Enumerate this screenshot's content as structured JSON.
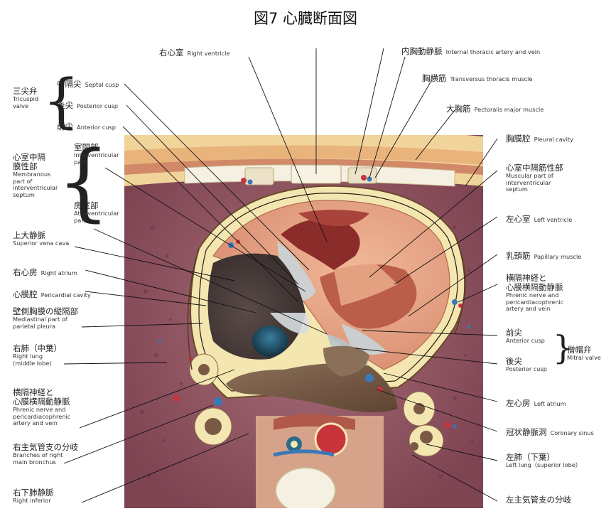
{
  "title": "図7 心臓断面図",
  "labels": {
    "right_ventricle": {
      "jp": "右心室",
      "en": "Right ventricle"
    },
    "internal_thoracic": {
      "jp": "内胸動静脈",
      "en": "Internal thoracic artery and vein"
    },
    "transversus_thoracis": {
      "jp": "胸横筋",
      "en": "Transversus thoracis muscle"
    },
    "pectoralis_major": {
      "jp": "大胸筋",
      "en": "Pectoralis major muscle"
    },
    "pleural_cavity": {
      "jp": "胸膜腔",
      "en": "Pleural cavity"
    },
    "muscular_septum": {
      "jp": "心室中隔筋性部",
      "en_lines": [
        "Muscular part of",
        "interventricular",
        "septum"
      ]
    },
    "left_ventricle": {
      "jp": "左心室",
      "en": "Left ventricle"
    },
    "papillary_muscle": {
      "jp": "乳頭筋",
      "en": "Papillary muscle"
    },
    "phrenic_right_side": {
      "jp_lines": [
        "横隔神経と",
        "心膜横隔動静脈"
      ],
      "en_lines": [
        "Phrenic nerve and",
        "pericardiacophrenic",
        "artery and vein"
      ]
    },
    "mitral_anterior": {
      "jp": "前尖",
      "en": "Anterior cusp"
    },
    "mitral_posterior": {
      "jp": "後尖",
      "en": "Posterior cusp"
    },
    "mitral_valve": {
      "jp": "僧帽弁",
      "en": "Mitral valve"
    },
    "left_atrium": {
      "jp": "左心房",
      "en": "Left atrium"
    },
    "coronary_sinus": {
      "jp": "冠状静脈洞",
      "en": "Coronary sinus"
    },
    "left_lung": {
      "jp": "左肺（下葉）",
      "en": "Left lung（superior lobe）"
    },
    "left_bronchus": {
      "jp": "左主気管支の分岐"
    },
    "tricuspid": {
      "jp": "三尖弁",
      "en_lines": [
        "Tricuspid",
        "valve"
      ]
    },
    "septal_cusp": {
      "jp": "中隔尖",
      "en": "Septal cusp"
    },
    "posterior_cusp": {
      "jp": "後尖",
      "en": "Posterior cusp"
    },
    "anterior_cusp": {
      "jp": "前尖",
      "en": "Anterior cusp"
    },
    "membranous_septum": {
      "jp_lines": [
        "心室中隔",
        "膜性部"
      ],
      "en_lines": [
        "Membranous",
        "part of",
        "interventricular",
        "septum"
      ]
    },
    "interventricular_part": {
      "jp": "室間部",
      "en_lines": [
        "Interventricular",
        "part"
      ]
    },
    "atrioventricular_part": {
      "jp": "房室部",
      "en_lines": [
        "Atrioventricular",
        "part"
      ]
    },
    "superior_vena_cava": {
      "jp": "上大静脈",
      "en": "Superior vena cava"
    },
    "right_atrium": {
      "jp": "右心房",
      "en": "Right atrium"
    },
    "pericardial_cavity": {
      "jp": "心膜腔",
      "en": "Pericardial cavity"
    },
    "mediastinal_pleura": {
      "jp": "壁側胸膜の縦隔部",
      "en_lines": [
        "Mediastinal part of",
        "parietal pleura"
      ]
    },
    "right_lung": {
      "jp": "右肺（中葉）",
      "en_lines": [
        "Right lung",
        "(middle lobe)"
      ]
    },
    "phrenic_left_side": {
      "jp_lines": [
        "横隔神経と",
        "心膜横隔動静脈"
      ],
      "en_lines": [
        "Phrenic nerve and",
        "pericardiacophrenic",
        "artery and vein"
      ]
    },
    "right_bronchus": {
      "jp": "右主気管支の分岐",
      "en_lines": [
        "Branches of right",
        "main bronchus"
      ]
    },
    "right_inferior": {
      "jp": "右下肺静脈",
      "en": "Right inferior"
    }
  },
  "colors": {
    "lung": "#9a5a66",
    "skin_fat": "#f1d49a",
    "myocardium": "#e7a483",
    "cavity_dark": "#8a2c2a",
    "pericardium": "#f3e6b0",
    "bone": "#f6f0e2",
    "artery": "#c8343c",
    "vein": "#3a78b8"
  }
}
